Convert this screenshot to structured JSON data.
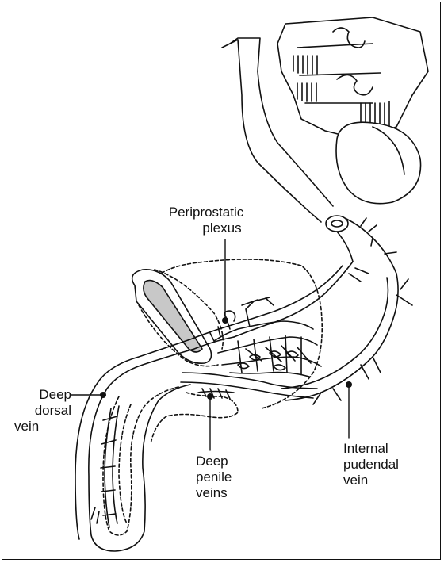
{
  "labels": {
    "periprostatic": [
      "Periprostatic",
      "plexus"
    ],
    "deep_dorsal": [
      "Deep",
      "dorsal",
      "vein"
    ],
    "deep_penile": [
      "Deep",
      "penile",
      "veins"
    ],
    "internal_pudendal": [
      "Internal",
      "pudendal",
      "vein"
    ]
  },
  "colors": {
    "line": "#111111",
    "bladder_fill": "#c8c8c8",
    "bone_fill": "#ffffff"
  }
}
